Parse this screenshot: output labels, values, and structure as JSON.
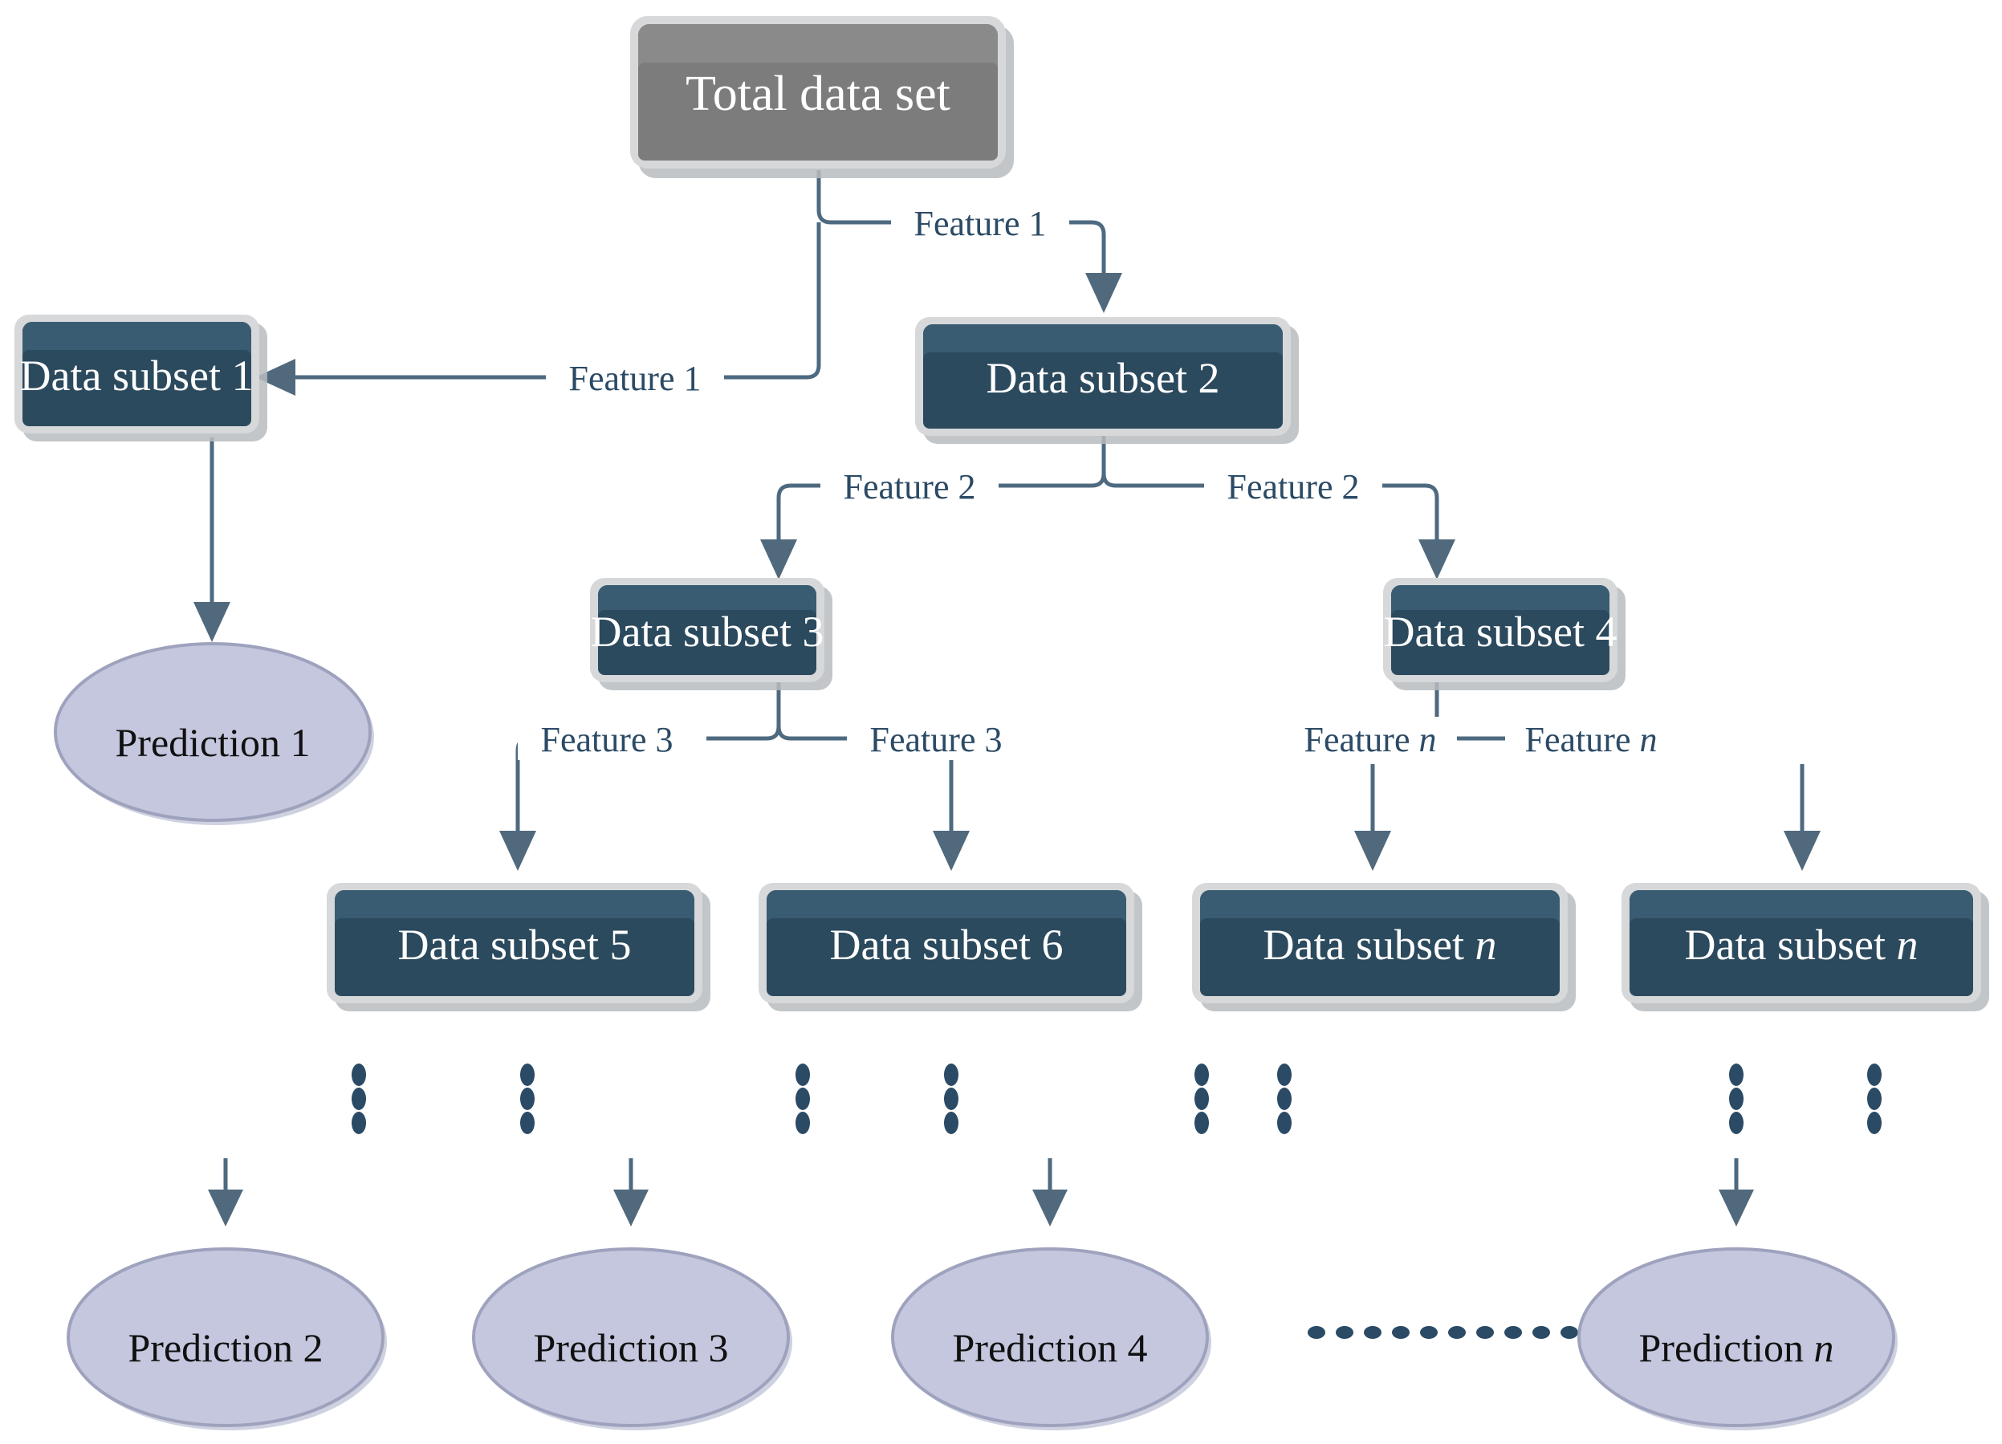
{
  "diagram": {
    "title_node": {
      "id": "total-data-set",
      "label": "Total data set"
    },
    "colors": {
      "root_box": "#7c7c7c",
      "subset_box": "#2c4a5e",
      "box_border": "#d6d8da",
      "ellipse_fill": "#c4c7de",
      "ellipse_border": "#9ea2bd",
      "connector": "#4d6a80",
      "edge_label_text": "#2b4a65",
      "box_label_text": "#ffffff",
      "ellipse_label_text": "#101010",
      "background": "#ffffff"
    },
    "subsets": [
      {
        "id": "data-subset-1",
        "label": "Data subset 1",
        "suffix": ""
      },
      {
        "id": "data-subset-2",
        "label": "Data subset 2",
        "suffix": ""
      },
      {
        "id": "data-subset-3",
        "label": "Data subset 3",
        "suffix": ""
      },
      {
        "id": "data-subset-4",
        "label": "Data subset 4",
        "suffix": ""
      },
      {
        "id": "data-subset-5",
        "label": "Data subset 5",
        "suffix": ""
      },
      {
        "id": "data-subset-6",
        "label": "Data subset 6",
        "suffix": ""
      },
      {
        "id": "data-subset-n-1",
        "label": "Data subset ",
        "suffix": "n"
      },
      {
        "id": "data-subset-n-2",
        "label": "Data subset ",
        "suffix": "n"
      }
    ],
    "predictions": [
      {
        "id": "prediction-1",
        "label": "Prediction 1",
        "suffix": ""
      },
      {
        "id": "prediction-2",
        "label": "Prediction 2",
        "suffix": ""
      },
      {
        "id": "prediction-3",
        "label": "Prediction 3",
        "suffix": ""
      },
      {
        "id": "prediction-4",
        "label": "Prediction 4",
        "suffix": ""
      },
      {
        "id": "prediction-n",
        "label": "Prediction ",
        "suffix": "n"
      }
    ],
    "edge_labels": [
      {
        "id": "edge-feature-1-right",
        "label": "Feature 1",
        "suffix": ""
      },
      {
        "id": "edge-feature-1-left",
        "label": "Feature 1",
        "suffix": ""
      },
      {
        "id": "edge-feature-2-left",
        "label": "Feature 2",
        "suffix": ""
      },
      {
        "id": "edge-feature-2-right",
        "label": "Feature 2",
        "suffix": ""
      },
      {
        "id": "edge-feature-3-left",
        "label": "Feature 3",
        "suffix": ""
      },
      {
        "id": "edge-feature-3-right",
        "label": "Feature 3",
        "suffix": ""
      },
      {
        "id": "edge-feature-n-left",
        "label": "Feature ",
        "suffix": "n"
      },
      {
        "id": "edge-feature-n-right",
        "label": "Feature ",
        "suffix": "n"
      }
    ],
    "ellipsis": {
      "vertical_count_per_column": 3,
      "vertical_columns": 8,
      "horizontal_dots": 10
    }
  }
}
